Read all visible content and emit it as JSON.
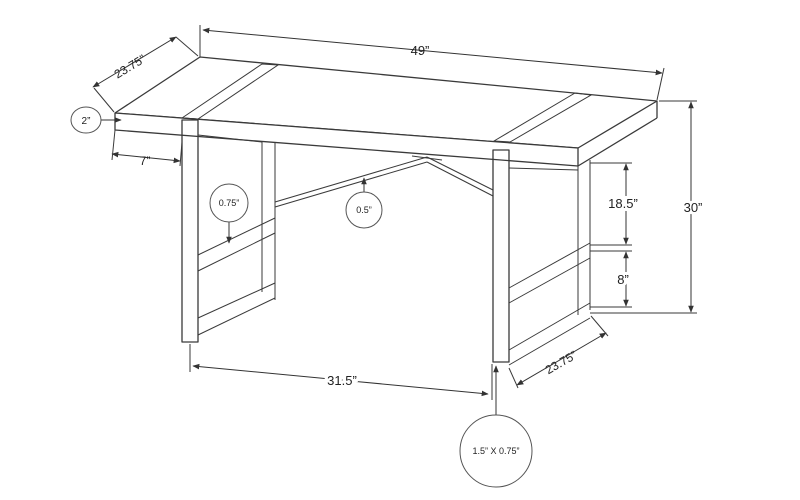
{
  "dimensions": {
    "width": "49”",
    "depth_top": "23.75”",
    "depth_base": "23.75”",
    "overhang": "7”",
    "height": "30”",
    "upper_gap": "18.5”",
    "lower_gap": "8”",
    "leg_span": "31.5”"
  },
  "callouts": {
    "top_thickness": "2”",
    "rail": "0.75”",
    "brace": "0.5”",
    "leg_profile": "1.5” X 0.75”"
  }
}
